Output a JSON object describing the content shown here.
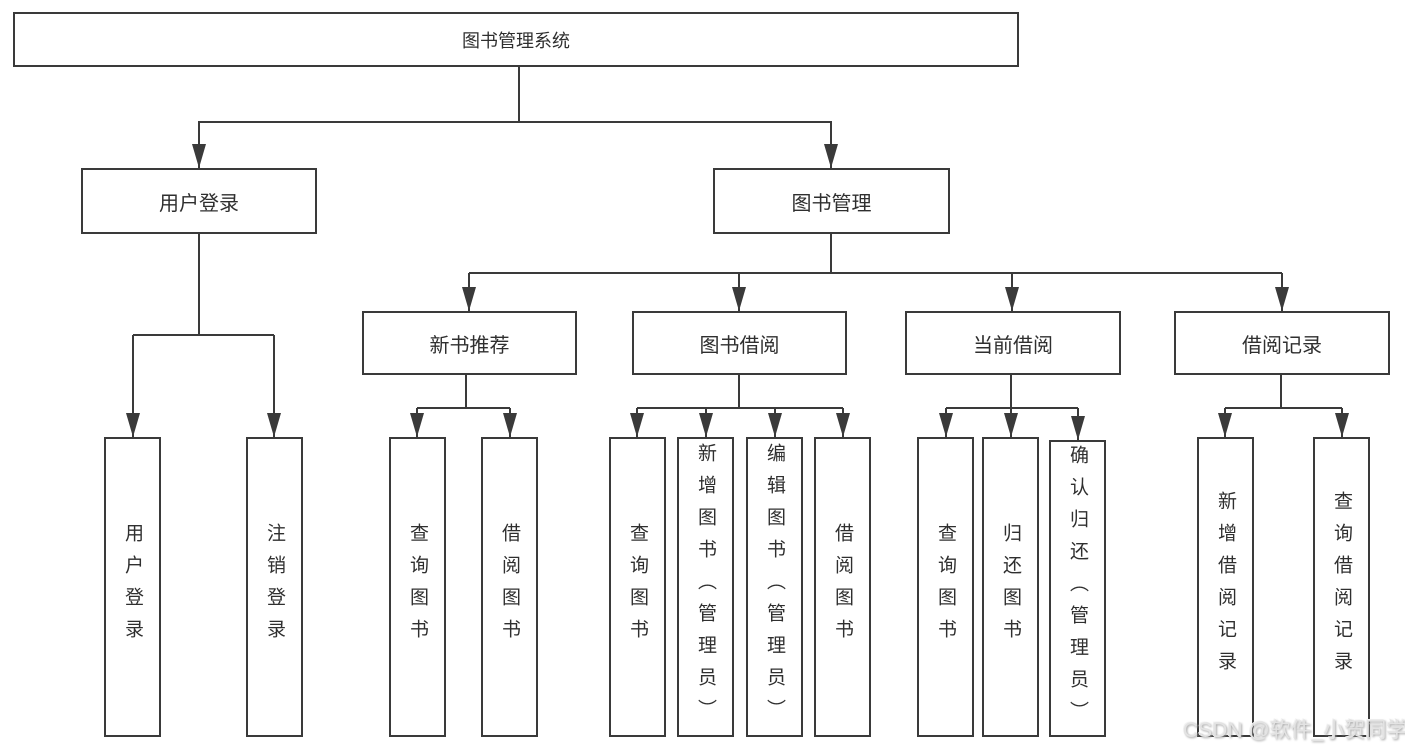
{
  "tree": {
    "label": "图书管理系统",
    "children": [
      {
        "label": "用户登录",
        "children": [
          {
            "label": "用户登录"
          },
          {
            "label": "注销登录"
          }
        ]
      },
      {
        "label": "图书管理",
        "children": [
          {
            "label": "新书推荐",
            "children": [
              {
                "label": "查询图书"
              },
              {
                "label": "借阅图书"
              }
            ]
          },
          {
            "label": "图书借阅",
            "children": [
              {
                "label": "查询图书"
              },
              {
                "label": "新增图书（管理员）"
              },
              {
                "label": "编辑图书（管理员）"
              },
              {
                "label": "借阅图书"
              }
            ]
          },
          {
            "label": "当前借阅",
            "children": [
              {
                "label": "查询图书"
              },
              {
                "label": "归还图书"
              },
              {
                "label": "确认归还（管理员）"
              }
            ]
          },
          {
            "label": "借阅记录",
            "children": [
              {
                "label": "新增借阅记录"
              },
              {
                "label": "查询借阅记录"
              }
            ]
          }
        ]
      }
    ]
  },
  "watermark": "CSDN @软件_小贺同学",
  "colors": {
    "line": "#3a3a3a",
    "text": "#2f2f2f",
    "box_background": "#ffffff",
    "page_background": "#ffffff",
    "watermark": "#e3e3e3"
  }
}
